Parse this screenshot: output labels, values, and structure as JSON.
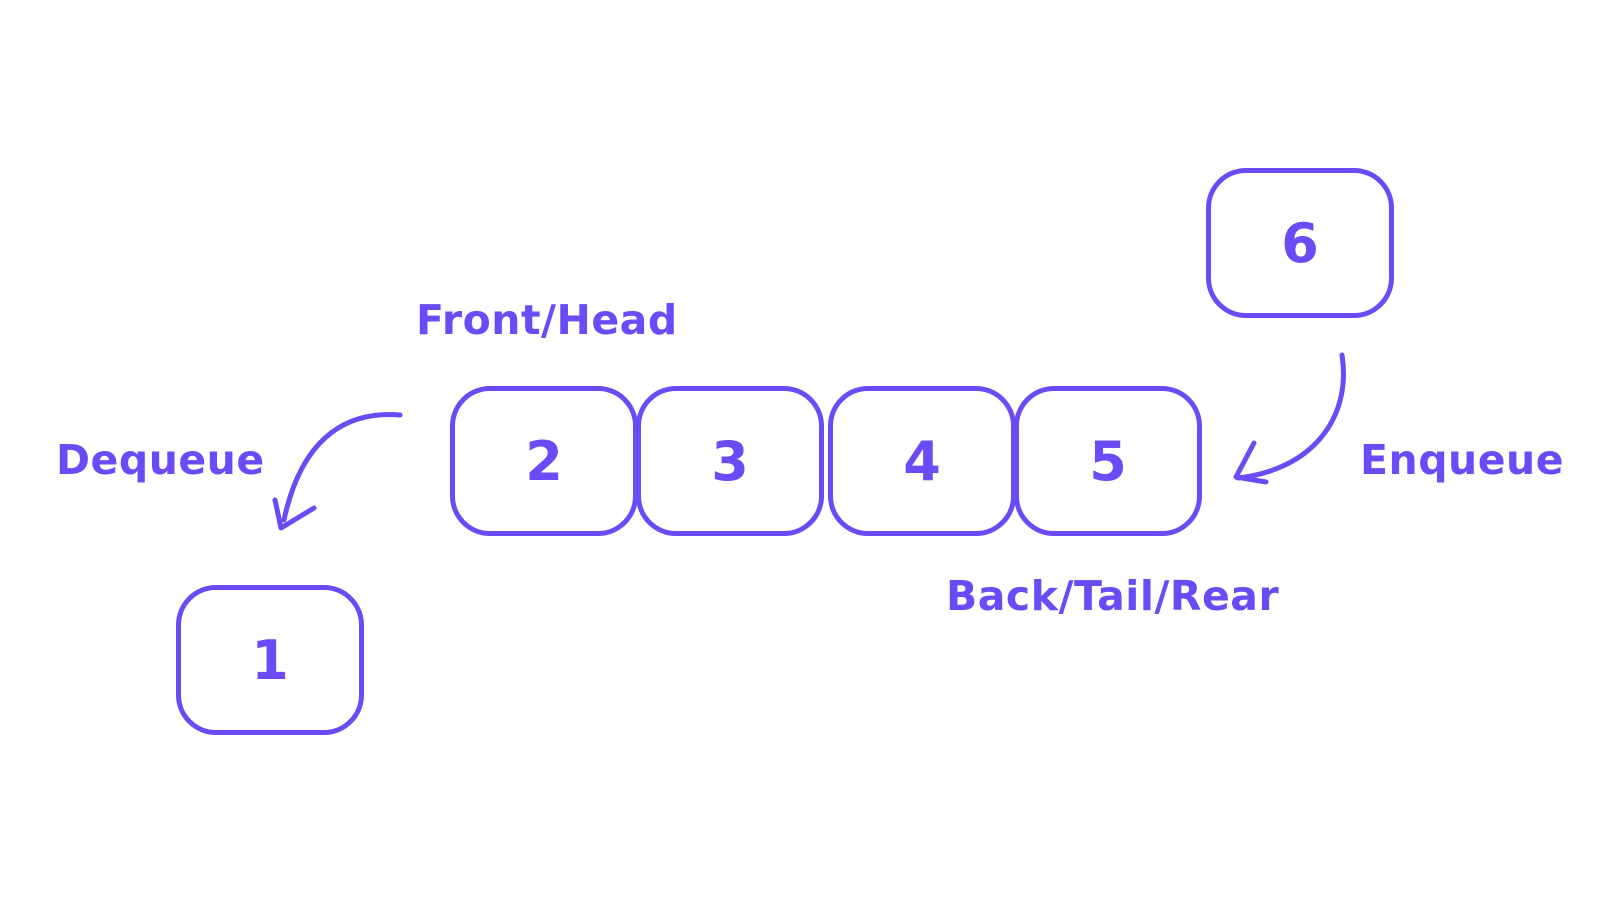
{
  "queue": {
    "items": [
      "2",
      "3",
      "4",
      "5"
    ]
  },
  "dequeued_item": "1",
  "enqueued_item": "6",
  "labels": {
    "front": "Front/Head",
    "back": "Back/Tail/Rear",
    "dequeue": "Dequeue",
    "enqueue": "Enqueue"
  },
  "colors": {
    "accent": "#6A4BF5",
    "background": "#ffffff"
  }
}
